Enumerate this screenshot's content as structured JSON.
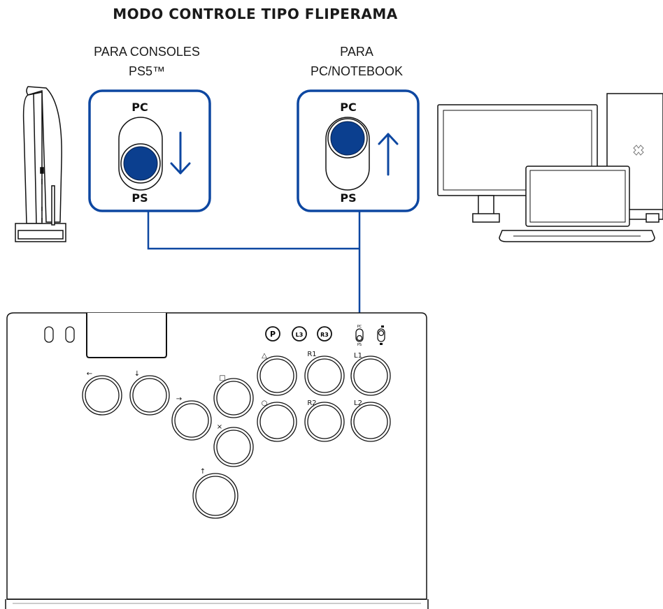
{
  "title": "MODO CONTROLE TIPO FLIPERAMA",
  "captions": {
    "ps5": {
      "line1": "PARA CONSOLES",
      "line2": "PS5™"
    },
    "pc": {
      "line1": "PARA",
      "line2": "PC/NOTEBOOK"
    }
  },
  "switch_panels": {
    "ps5": {
      "top_label": "PC",
      "bottom_label": "PS",
      "position": "bottom",
      "arrow": "down"
    },
    "pc": {
      "top_label": "PC",
      "bottom_label": "PS",
      "position": "top",
      "arrow": "up"
    }
  },
  "controller": {
    "top_buttons": [
      "L3",
      "R3"
    ],
    "small_switch": {
      "top": "PC",
      "bottom": "PS"
    },
    "button_labels": {
      "left": "←",
      "down": "↓",
      "right": "→",
      "up": "↑",
      "square": "□",
      "cross": "×",
      "triangle": "△",
      "circle": "○",
      "r1": "R1",
      "l1": "L1",
      "r2": "R2",
      "l2": "L2"
    }
  },
  "colors": {
    "accent": "#0d47a1",
    "knob": "#0b3f8f",
    "line": "#111111"
  }
}
